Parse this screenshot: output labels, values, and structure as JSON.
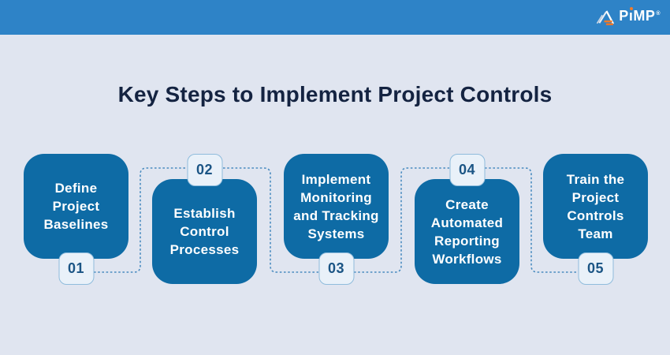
{
  "topbar": {
    "logo": {
      "icon": "triangle-mountain-logo",
      "parts": [
        "P",
        "ı",
        "MP"
      ],
      "registered": "®"
    }
  },
  "title": "Key Steps to Implement Project Controls",
  "steps": [
    {
      "number": "01",
      "label": "Define\nProject\nBaselines"
    },
    {
      "number": "02",
      "label": "Establish\nControl\nProcesses"
    },
    {
      "number": "03",
      "label": "Implement\nMonitoring\nand Tracking\nSystems"
    },
    {
      "number": "04",
      "label": "Create\nAutomated\nReporting\nWorkflows"
    },
    {
      "number": "05",
      "label": "Train the\nProject\nControls\nTeam"
    }
  ],
  "colors": {
    "topbar": "#2e83c7",
    "background": "#e0e5f0",
    "box_fill": "#0e6ba5",
    "title_text": "#142341",
    "badge_fill": "#e9f1f9",
    "badge_border": "#8fbcdc",
    "badge_text": "#1b5585",
    "connector": "#4b8cc0",
    "logo_accent_orange": "#f07c2b",
    "box_text": "#ffffff"
  }
}
